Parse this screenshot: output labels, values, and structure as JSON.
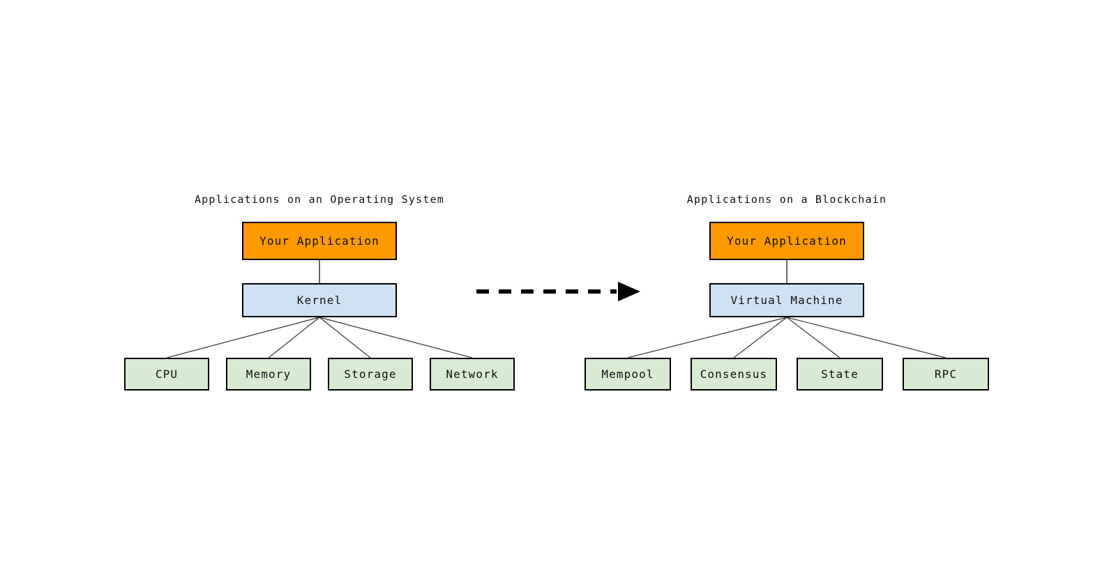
{
  "diagram": {
    "left": {
      "title": "Applications on an Operating System",
      "app_box": "Your Application",
      "middle_box": "Kernel",
      "children": [
        "CPU",
        "Memory",
        "Storage",
        "Network"
      ]
    },
    "right": {
      "title": "Applications on a Blockchain",
      "app_box": "Your Application",
      "middle_box": "Virtual Machine",
      "children": [
        "Mempool",
        "Consensus",
        "State",
        "RPC"
      ]
    },
    "colors": {
      "app_fill": "#FF9900",
      "middle_fill": "#CFE2F3",
      "child_fill": "#D9EAD3",
      "border": "#000000",
      "connector": "#333333",
      "arrow": "#000000",
      "background": "#FFFFFF"
    },
    "arrow_meaning": "transition-from-os-to-blockchain"
  }
}
